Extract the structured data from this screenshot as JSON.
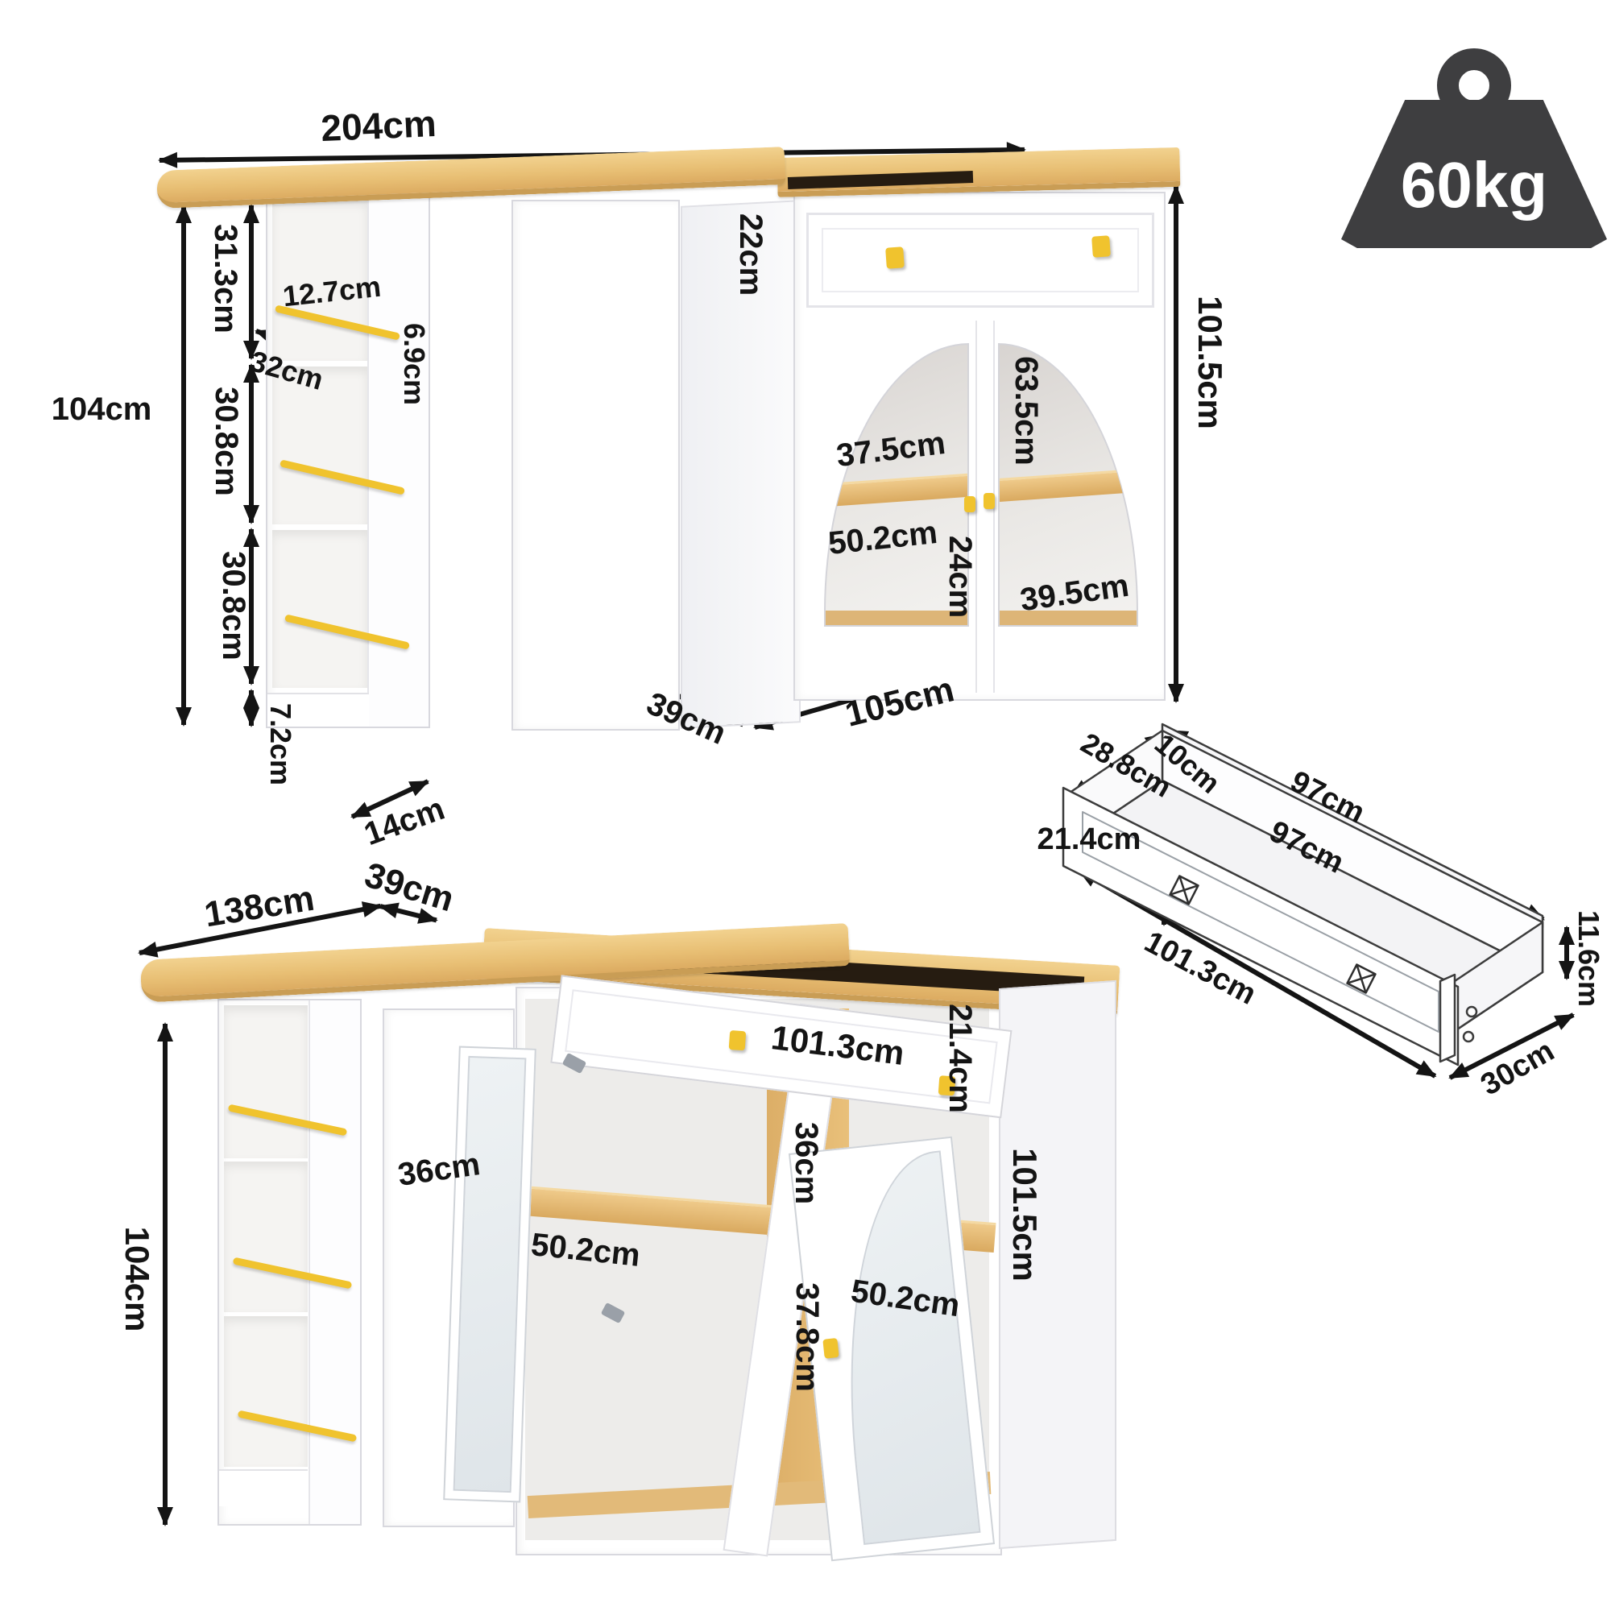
{
  "weight": {
    "value": "60kg"
  },
  "colors": {
    "ink": "#141414",
    "wood": "#e8bf74",
    "wood_edge": "#c99d55",
    "accent_yellow": "#f0c32e",
    "gap_dark": "#261c11",
    "icon_dark": "#3e3e40"
  },
  "extended_view": {
    "dims": {
      "total_width": "204cm",
      "total_height": "104cm",
      "section_top": "31.3cm",
      "rail_depth": "12.7cm",
      "shelf_lip": "6.9cm",
      "shelf_depth": "32cm",
      "section_mid": "30.8cm",
      "section_low": "30.8cm",
      "base_height": "7.2cm",
      "leg_depth": "14cm",
      "drawer_height": "22cm",
      "door_opening_height": "63.5cm",
      "shelf_width": "37.5cm",
      "inner_width": "50.2cm",
      "lower_height": "24cm",
      "door_glass_width": "39.5cm",
      "cabinet_height": "101.5cm",
      "cabinet_depth": "39cm",
      "cabinet_width": "105cm"
    }
  },
  "drawer_view": {
    "dims": {
      "inner_depth": "28.8cm",
      "wall_height": "10cm",
      "outer_length": "97cm",
      "inner_length": "97cm",
      "front_height": "21.4cm",
      "side_height": "11.6cm",
      "front_width": "101.3cm",
      "depth": "30cm"
    }
  },
  "folded_view": {
    "dims": {
      "top_length": "138cm",
      "top_depth": "39cm",
      "total_height": "104cm",
      "drawer_width": "101.3cm",
      "drawer_height": "21.4cm",
      "shelf_depth": "36cm",
      "upper_opening_height": "36cm",
      "opening_width_left": "50.2cm",
      "lower_opening_height": "37.8cm",
      "opening_width_right": "50.2cm",
      "cabinet_height": "101.5cm"
    }
  }
}
